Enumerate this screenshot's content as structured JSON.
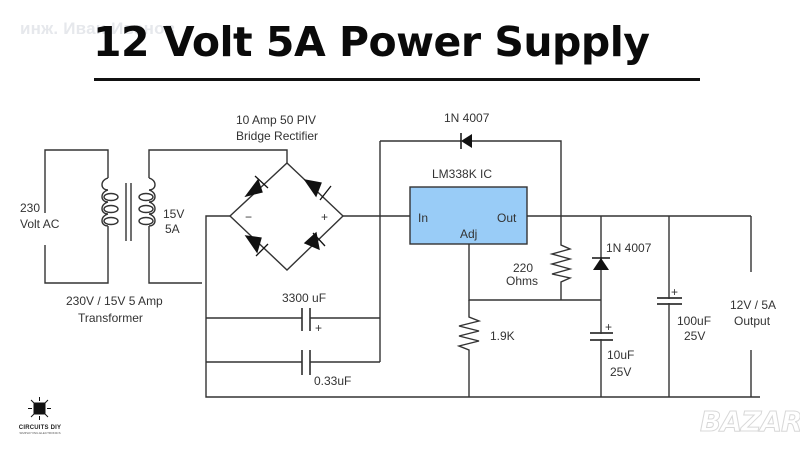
{
  "watermark": "инж. Иван Иванов",
  "title": "12 Volt 5A Power Supply",
  "labels": {
    "ac_input_line1": "230",
    "ac_input_line2": "Volt AC",
    "secondary_line1": "15V",
    "secondary_line2": "5A",
    "transformer_line1": "230V / 15V 5 Amp",
    "transformer_line2": "Transformer",
    "bridge_line1": "10 Amp 50 PIV",
    "bridge_line2": "Bridge Rectifier",
    "bridge_minus": "−",
    "bridge_plus": "+",
    "diode_top": "1N 4007",
    "ic_name": "LM338K IC",
    "ic_in": "In",
    "ic_out": "Out",
    "ic_adj": "Adj",
    "cap_3300": "3300 uF",
    "cap_plus": "+",
    "cap_033": "0.33uF",
    "res_220_line1": "220",
    "res_220_line2": "Ohms",
    "diode_right": "1N 4007",
    "res_19k": "1.9K",
    "cap_10_line1": "10uF",
    "cap_10_line2": "25V",
    "cap_100_line1": "100uF",
    "cap_100_line2": "25V",
    "output_line1": "12V / 5A",
    "output_line2": "Output"
  },
  "logo": {
    "name": "CIRCUITS DIY",
    "tagline": "SIMPLIFYING ELECTRONICS"
  },
  "watermark_bottom": "BAZAR",
  "colors": {
    "ic_fill": "#99ccf7",
    "wire": "#333333"
  }
}
